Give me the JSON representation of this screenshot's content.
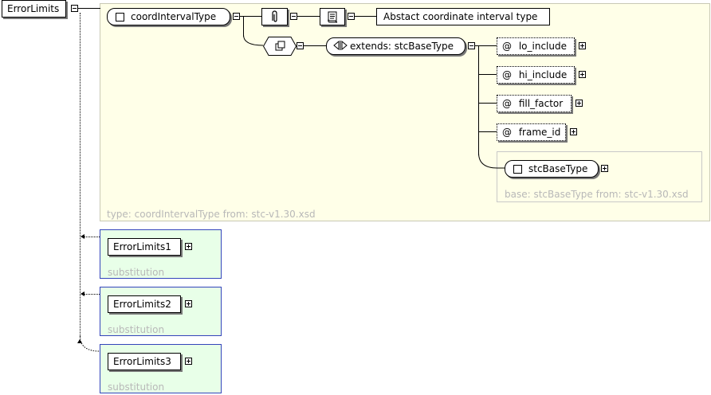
{
  "root": {
    "label": "ErrorLimits"
  },
  "type_area": {
    "footer": "type: coordIntervalType from: stc-v1.30.xsd"
  },
  "complex_type": {
    "label": "coordIntervalType"
  },
  "annotation": {
    "text": "Abstact coordinate interval type"
  },
  "extension": {
    "label": "extends: stcBaseType"
  },
  "attributes": [
    {
      "label": "lo_include"
    },
    {
      "label": "hi_include"
    },
    {
      "label": "fill_factor"
    },
    {
      "label": "frame_id"
    }
  ],
  "attribute_prefix": "@",
  "base_area": {
    "type_label": "stcBaseType",
    "footer": "base: stcBaseType from: stc-v1.30.xsd"
  },
  "substitutions": [
    {
      "label": "ErrorLimits1",
      "footer": "substitution"
    },
    {
      "label": "ErrorLimits2",
      "footer": "substitution"
    },
    {
      "label": "ErrorLimits3",
      "footer": "substitution"
    }
  ],
  "colors": {
    "type_area_bg": "#ffffe8",
    "type_area_border": "#c8c8b4",
    "subst_bg": "#e8ffe8",
    "subst_border": "#3344bb",
    "footer_text": "#b8b8b8"
  }
}
